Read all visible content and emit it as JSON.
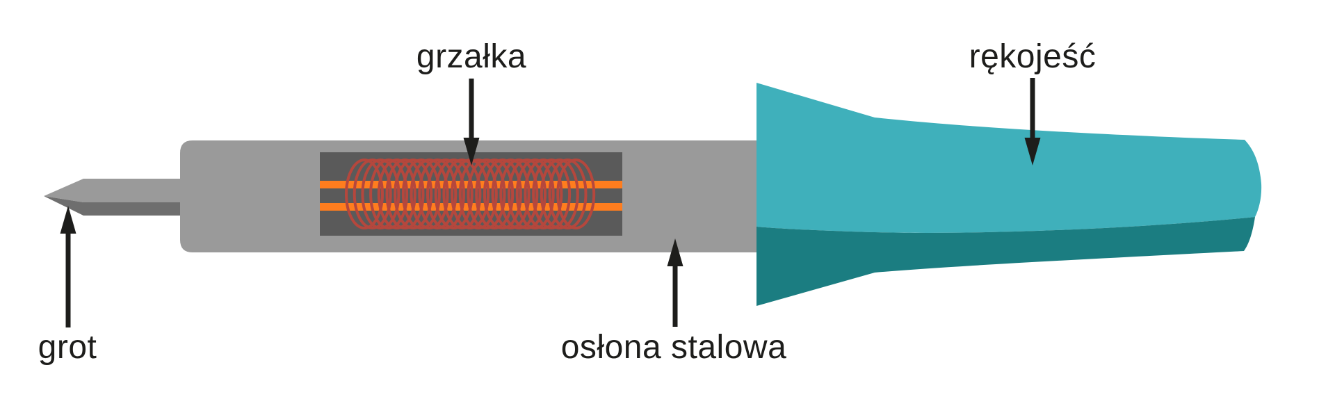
{
  "figure": {
    "labels": {
      "tip": "grot",
      "heater": "grzałka",
      "steel_shield": "osłona stalowa",
      "handle": "rękojeść"
    },
    "colors": {
      "background": "#ffffff",
      "metal": "#9a9a9a",
      "metal_shadow": "#6e6e6e",
      "heater_housing": "#5a5a5a",
      "heater_coil": "#b5473d",
      "heater_terminal": "#ff7d1e",
      "handle_top": "#3fb0bb",
      "handle_bottom": "#1b7d81",
      "annotation": "#1d1d1b"
    }
  }
}
